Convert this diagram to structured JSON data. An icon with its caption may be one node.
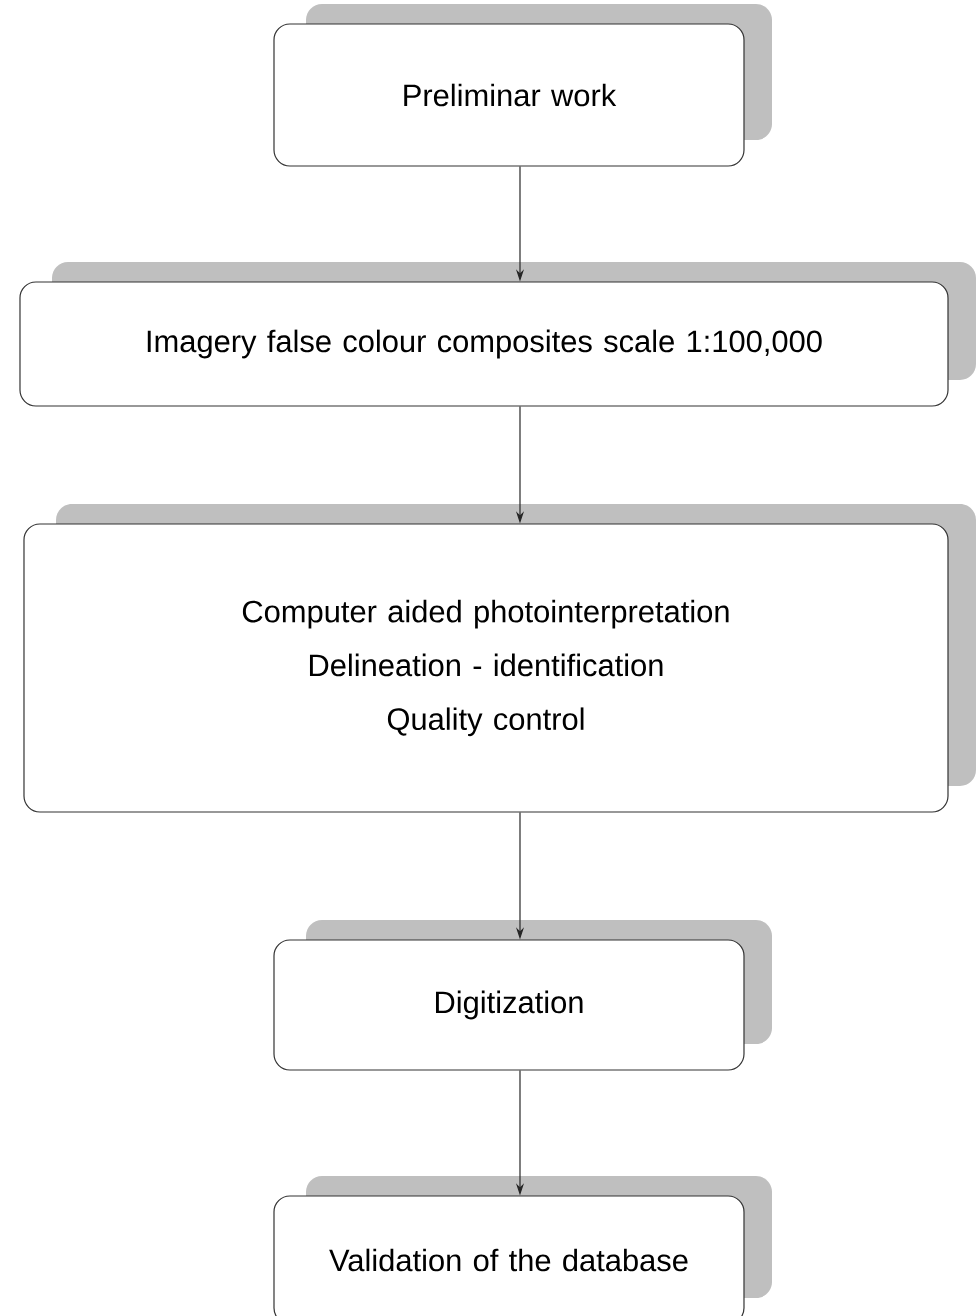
{
  "diagram": {
    "nodes": [
      {
        "text": [
          "Preliminar work"
        ]
      },
      {
        "text": [
          "Imagery false colour composites scale 1:100,000"
        ]
      },
      {
        "text": [
          "Computer aided photointerpretation",
          "Delineation - identification",
          "Quality control"
        ]
      },
      {
        "text": [
          "Digitization"
        ]
      },
      {
        "text": [
          "Validation of the database"
        ]
      }
    ],
    "edges": [
      {
        "from": 0,
        "to": 1,
        "arrow": "to"
      },
      {
        "from": 1,
        "to": 2,
        "arrow": "to"
      },
      {
        "from": 2,
        "to": 3,
        "arrow": "to"
      },
      {
        "from": 3,
        "to": 4,
        "arrow": "to"
      }
    ]
  }
}
